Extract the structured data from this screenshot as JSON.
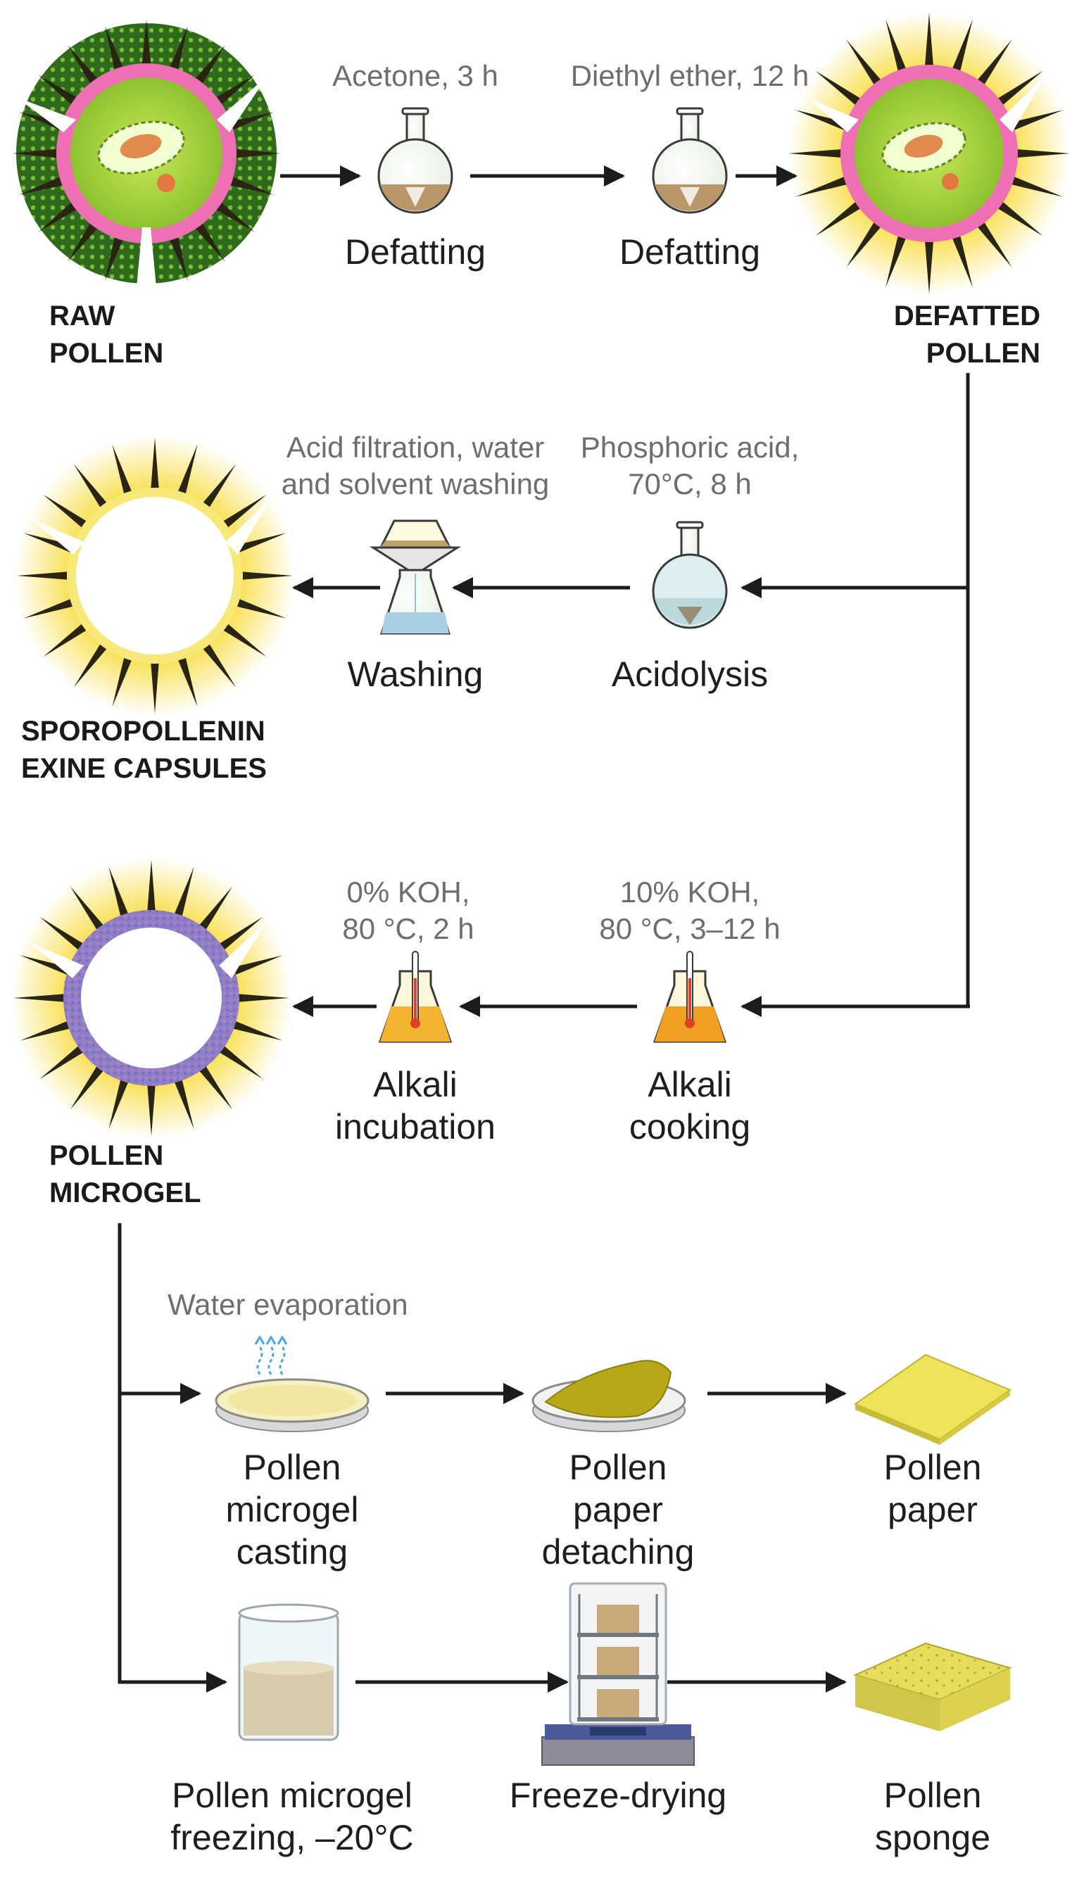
{
  "raw_pollen": {
    "line1": "RAW",
    "line2": "POLLEN"
  },
  "defatted_pollen": {
    "line1": "DEFATTED",
    "line2": "POLLEN"
  },
  "sec": {
    "line1": "SPOROPOLLENIN",
    "line2": "EXINE CAPSULES"
  },
  "microgel": {
    "line1": "POLLEN",
    "line2": "MICROGEL"
  },
  "defatting1": {
    "condition": "Acetone, 3 h",
    "label": "Defatting"
  },
  "defatting2": {
    "condition": "Diethyl ether, 12 h",
    "label": "Defatting"
  },
  "acidolysis": {
    "condition1": "Phosphoric acid,",
    "condition2": "70°C, 8 h",
    "label": "Acidolysis"
  },
  "washing": {
    "condition1": "Acid filtration, water",
    "condition2": "and solvent washing",
    "label": "Washing"
  },
  "alkali_cooking": {
    "condition1": "10% KOH,",
    "condition2": "80 °C, 3–12 h",
    "label1": "Alkali",
    "label2": "cooking"
  },
  "alkali_incubation": {
    "condition1": "0% KOH,",
    "condition2": "80 °C, 2 h",
    "label1": "Alkali",
    "label2": "incubation"
  },
  "casting": {
    "condition": "Water evaporation",
    "label1": "Pollen",
    "label2": "microgel",
    "label3": "casting"
  },
  "detaching": {
    "label1": "Pollen",
    "label2": "paper",
    "label3": "detaching"
  },
  "paper": {
    "label1": "Pollen",
    "label2": "paper"
  },
  "freezing": {
    "label1": "Pollen microgel",
    "label2": "freezing, –20°C"
  },
  "freeze_drying": {
    "label": "Freeze-drying"
  },
  "sponge": {
    "label1": "Pollen",
    "label2": "sponge"
  },
  "colors": {
    "spine": "#2a2412",
    "glow": "#f6d834",
    "microgel_ring": "#8a7fc4",
    "pink_intine": "#ef6fb4",
    "cytoplasm": "#a6d23a",
    "flask_contents": "#b8966a",
    "acid": "#cfe6e8",
    "koh": "#f0a020",
    "paper": "#eee45a",
    "sponge": "#e2db58"
  }
}
